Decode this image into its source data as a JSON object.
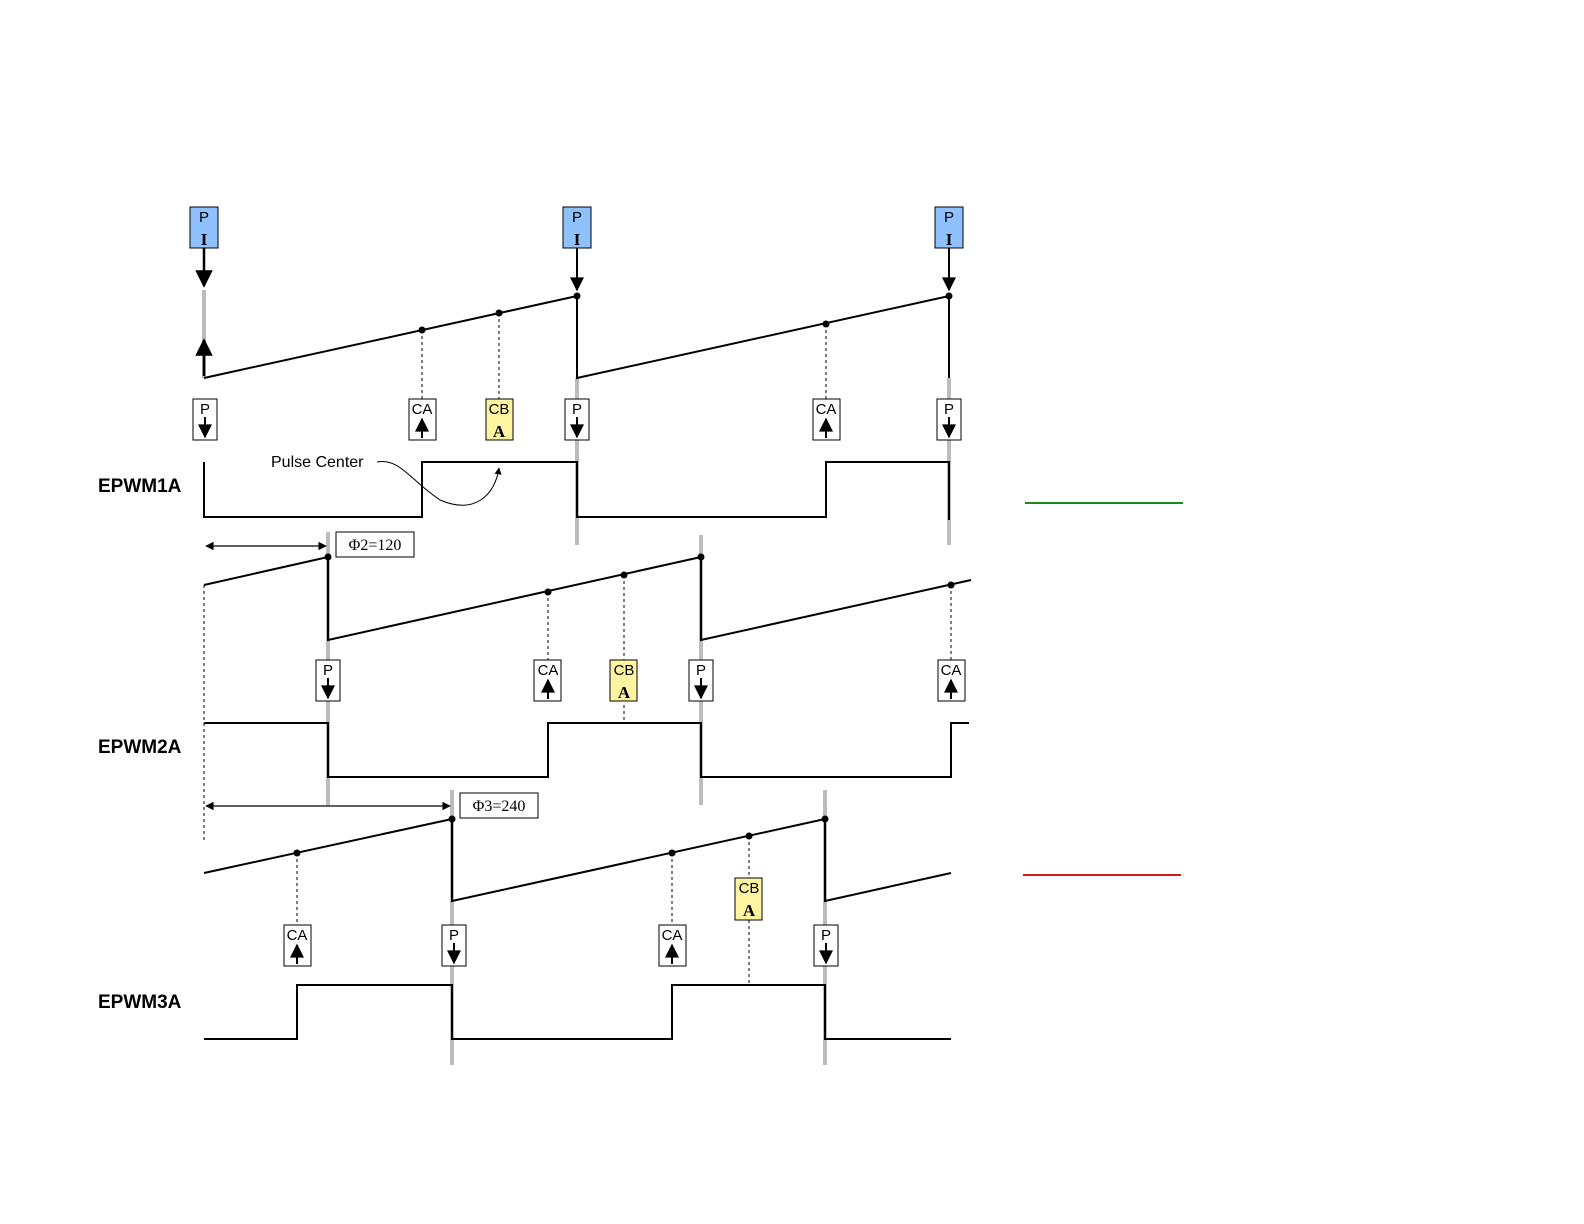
{
  "signals": [
    {
      "id": "epwm1",
      "label": "EPWM1A"
    },
    {
      "id": "epwm2",
      "label": "EPWM2A"
    },
    {
      "id": "epwm3",
      "label": "EPWM3A"
    }
  ],
  "events": {
    "period": "P",
    "compare_a": "CA",
    "compare_b": "CB",
    "action_arrow": "A",
    "sync_input": "I"
  },
  "phases": [
    {
      "label": "Φ2=120"
    },
    {
      "label": "Φ3=240"
    }
  ],
  "annotation": "Pulse Center",
  "colors": {
    "sync_box": "#8fc1ff",
    "cb_box": "#fff5a0",
    "stray_green": "#1a8a1a",
    "stray_red": "#cc1a1a",
    "guide": "#bcbcbc"
  }
}
